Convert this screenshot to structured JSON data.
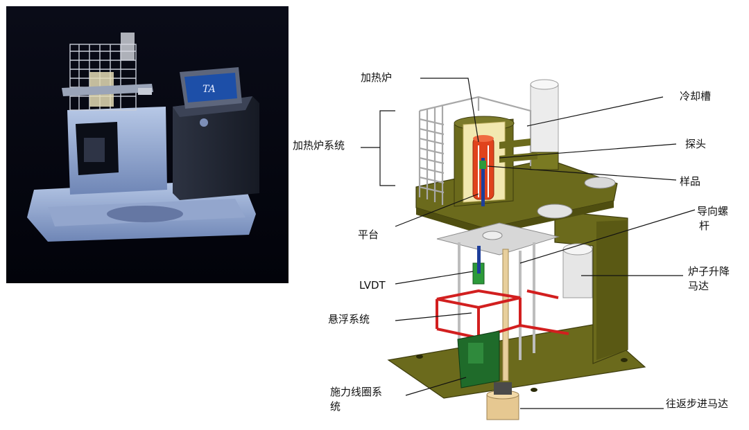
{
  "photo": {
    "logo_text": "TA"
  },
  "labels": {
    "furnace": "加热炉",
    "furnace_system": "加热炉系统",
    "platform": "平台",
    "lvdt": "LVDT",
    "suspension": "悬浮系统",
    "force_coil_line1": "施力线圈系",
    "force_coil_line2": "统",
    "cooling_tank": "冷却槽",
    "probe": "探头",
    "sample": "样品",
    "lead_screw_line1": "导向螺",
    "lead_screw_line2": "杆",
    "furnace_motor_line1": "炉子升降",
    "furnace_motor_line2": "马达",
    "stepper_motor": "往返步进马达"
  },
  "colors": {
    "base_olive": "#6b6a1c",
    "furnace_inner": "#f2e8b0",
    "furnace_core": "#e0431c",
    "suspension_red": "#d21f1f",
    "coil_green": "#1f6b2a",
    "motor_tan": "#e6c891"
  }
}
